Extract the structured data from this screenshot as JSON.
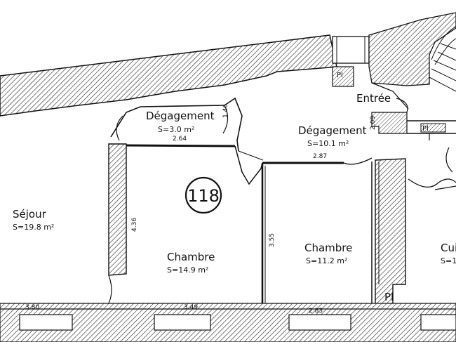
{
  "plan": {
    "unit_number": "118",
    "rooms": [
      {
        "name": "Séjour",
        "area": "S=19.8 m²"
      },
      {
        "name": "Dégagement",
        "area": "S=3.0 m²"
      },
      {
        "name": "Entrée",
        "area": ""
      },
      {
        "name": "Dégagement",
        "area": "S=10.1 m²"
      },
      {
        "name": "Chambre",
        "area": "S=14.9 m²"
      },
      {
        "name": "Chambre",
        "area": "S=11.2 m²"
      },
      {
        "name": "Cui",
        "area": "S=1"
      }
    ],
    "dimensions": {
      "degagement_small_width": "2.64",
      "degagement_small_depth": "1.46",
      "degagement_large_width": "2.87",
      "entree_depth": "2.09",
      "chambre1_height": "4.36",
      "chambre1_width": "3.49",
      "chambre2_height": "3.55",
      "chambre2_width": "2.83",
      "sejour_width": "3.80"
    },
    "markers": {
      "pl_top": "Pl",
      "pl_entree": "Pl",
      "pl_bottom": "Pl"
    }
  }
}
